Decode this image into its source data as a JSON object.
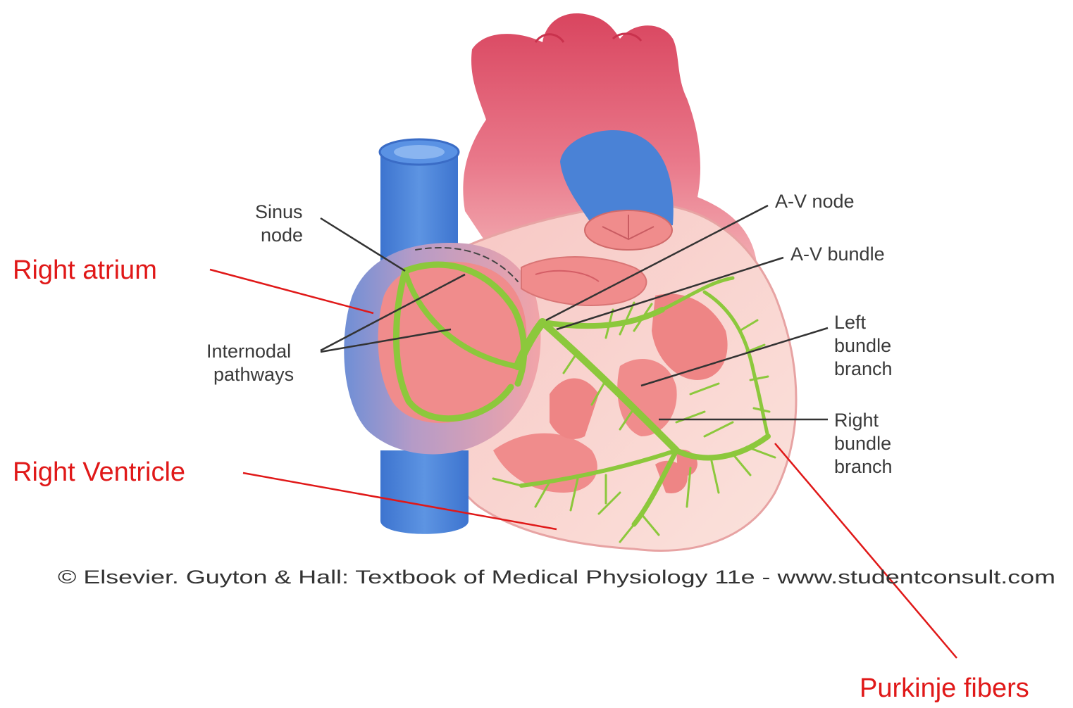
{
  "labels": {
    "sinus_node": [
      "Sinus",
      "node"
    ],
    "av_node": "A-V node",
    "av_bundle": "A-V bundle",
    "internodal_pathways": [
      "Internodal",
      "pathways"
    ],
    "left_bundle_branch": [
      "Left",
      "bundle",
      "branch"
    ],
    "right_bundle_branch": [
      "Right",
      "bundle",
      "branch"
    ]
  },
  "annotations": {
    "right_atrium": "Right atrium",
    "right_ventricle": "Right Ventricle",
    "purkinje_fibers": "Purkinje fibers"
  },
  "credit": "© Elsevier. Guyton & Hall: Textbook of Medical Physiology 11e - www.studentconsult.com",
  "colors": {
    "heart_red": "#e05a6e",
    "heart_pink": "#f2a3a6",
    "chamber_pink": "#f08c8c",
    "vein_blue": "#4a82d6",
    "conduction_green": "#8cc83c",
    "annotation_red": "#e01818",
    "label_gray": "#3a3a3a"
  }
}
